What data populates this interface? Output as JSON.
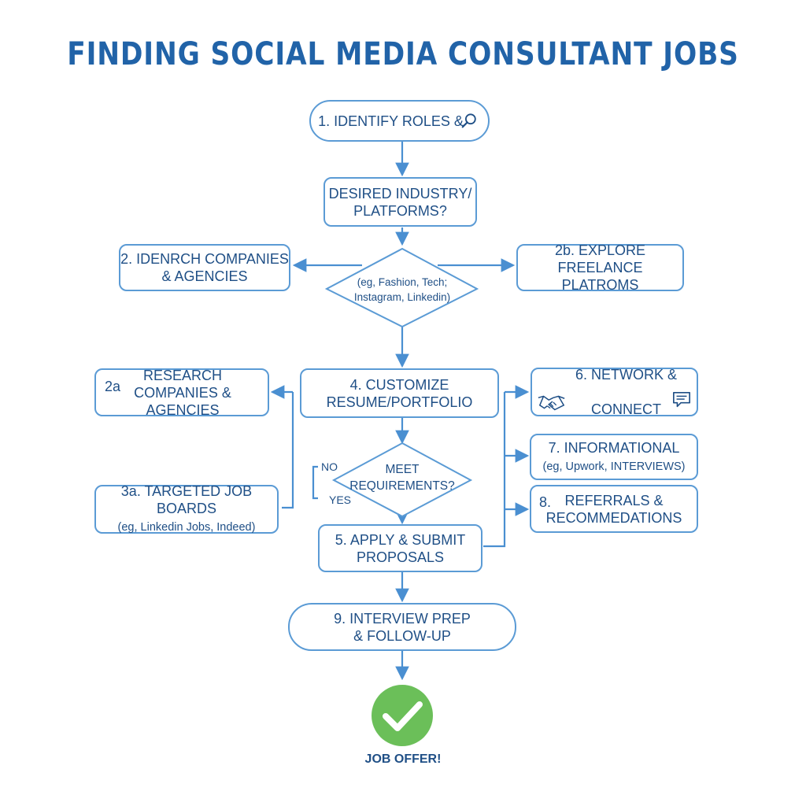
{
  "title": "FINDING SOCIAL MEDIA CONSULTANT JOBS",
  "colors": {
    "line": "#4a8fd1",
    "border": "#5b9bd5",
    "text": "#1f4f86",
    "title": "#2163a8",
    "check": "#6bbf59"
  },
  "nodes": {
    "identify_roles": "1. IDENTIFY ROLES &",
    "desired_industry": "DESIRED INDUSTRY/\nPLATFORMS?",
    "diamond_examples": "(eg, Fashion, Tech;\nInstagram, Linkedin)",
    "idenrch": "2. IDENRCH COMPANIES\n& AGENCIES",
    "explore_freelance": "2b. EXPLORE FREELANCE\nPLATROMS",
    "research_num": "2a",
    "research": "RESEARCH\nCOMPANIES & AGENCIES",
    "customize": "4. CUSTOMIZE\nRESUME/PORTFOLIO",
    "network_num": "6. NETWORK &",
    "network": "CONNECT",
    "informational": "7. INFORMATIONAL",
    "informational_sub": "(eg, Upwork, INTERVIEWS)",
    "referrals_num": "8.",
    "referrals": "REFERRALS &\nRECOMMEDATIONS",
    "meet_requirements": "MEET\nREQUIREMENTS?",
    "no_label": "NO",
    "yes_label": "YES",
    "targeted": "3a. TARGETED JOB BOARDS",
    "targeted_sub": "(eg, Linkedin Jobs, Indeed)",
    "apply": "5. APPLY & SUBMIT\nPROPOSALS",
    "interview": "9. INTERVIEW PREP\n& FOLLOW-UP",
    "job_offer": "JOB OFFER!"
  },
  "icons": {
    "identify_roles": "search-icon",
    "network": "handshake-icon",
    "network_chat": "chat-bubble-icon",
    "job_offer": "checkmark-icon"
  }
}
